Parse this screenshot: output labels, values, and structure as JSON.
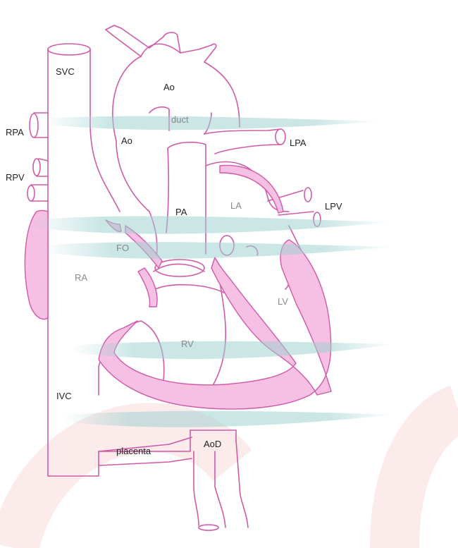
{
  "labels": {
    "svc": "SVC",
    "ao_top": "Ao",
    "duct": "duct",
    "ao_left": "Ao",
    "rpa": "RPA",
    "lpa": "LPA",
    "rpv": "RPV",
    "lpv": "LPV",
    "pa": "PA",
    "la": "LA",
    "fo": "FO",
    "ra": "RA",
    "lv": "LV",
    "rv": "RV",
    "ivc": "IVC",
    "placenta": "placenta",
    "aod": "AoD"
  },
  "colors": {
    "outline": "#d05aa8",
    "shunt_fill": "#f6bfe4",
    "scan_plane": "#9fd1d0",
    "background_arc": "#fbe3e3",
    "label": "#222222",
    "label_muted": "#8a8a8a"
  }
}
